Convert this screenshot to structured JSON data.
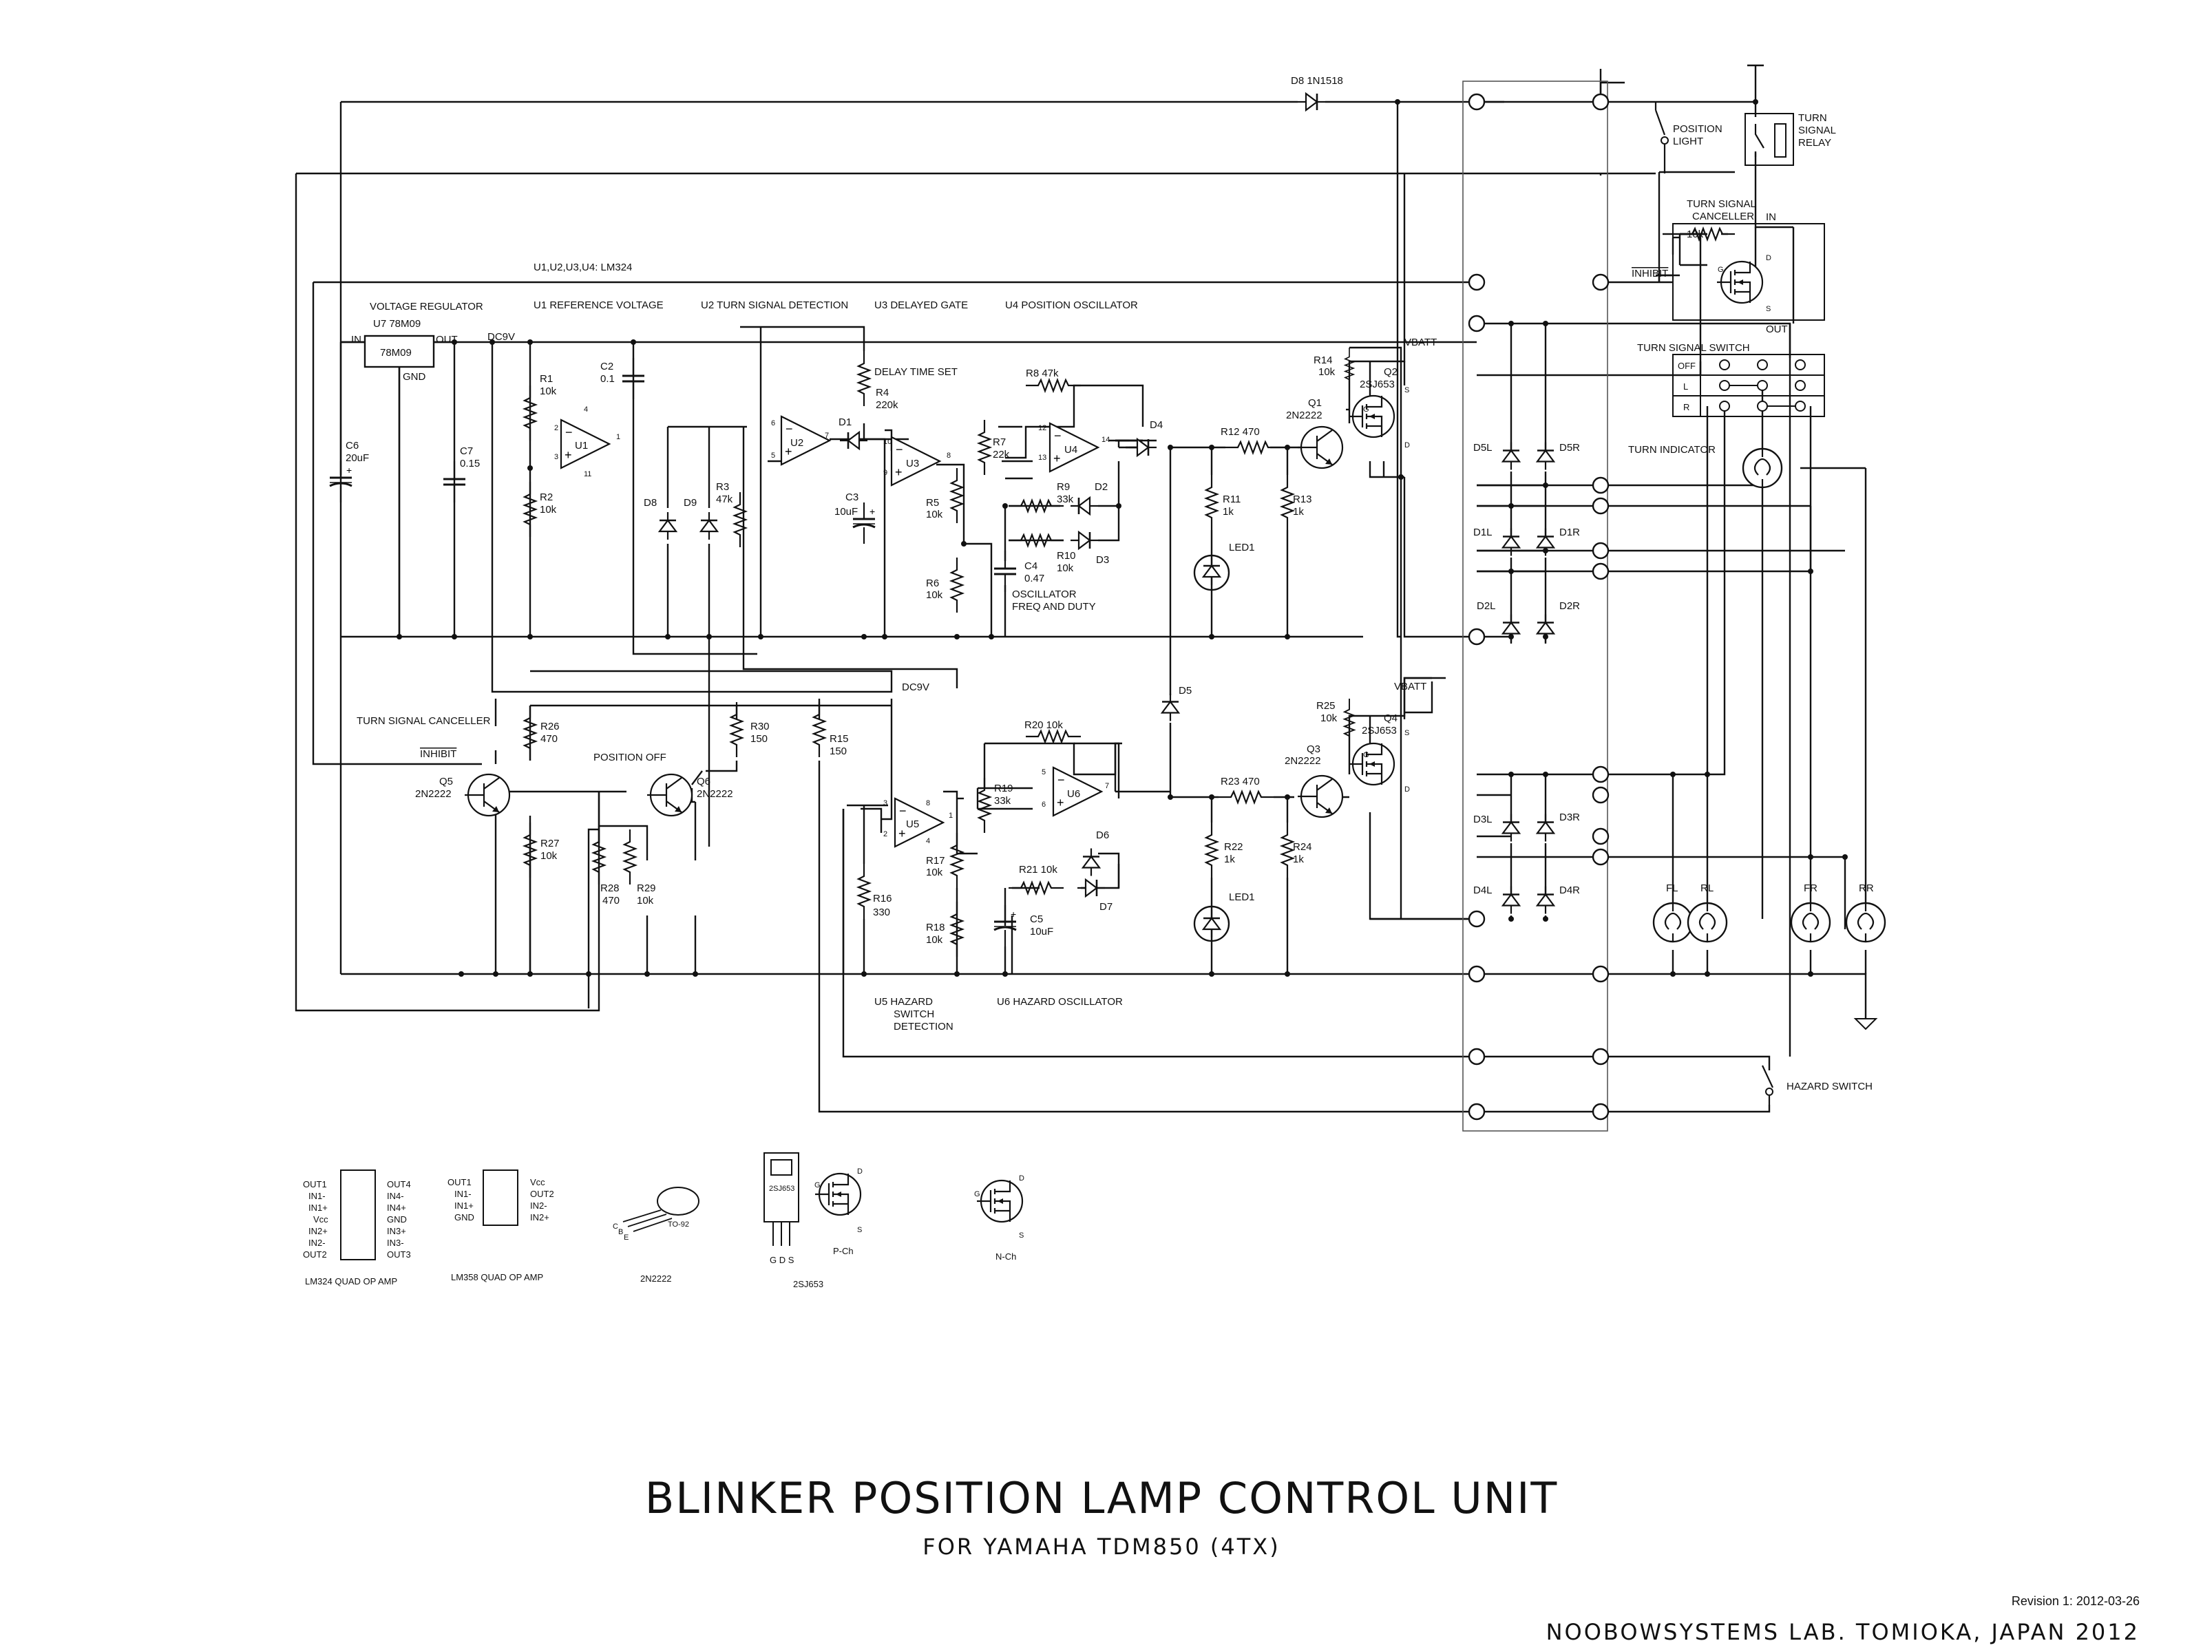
{
  "sections": {
    "ic_types": "U1,U2,U3,U4: LM324",
    "voltage_regulator": "VOLTAGE REGULATOR",
    "u1": "U1 REFERENCE VOLTAGE",
    "u2": "U2 TURN SIGNAL DETECTION",
    "u3": "U3 DELAYED GATE",
    "u4": "U4  POSITION OSCILLATOR",
    "delay_time_set": "DELAY TIME SET",
    "osc_freq_line1": "OSCILLATOR",
    "osc_freq_line2": "FREQ AND DUTY",
    "turn_signal_canceller_left": "TURN SIGNAL CANCELLER",
    "position_off": "POSITION OFF",
    "u5_line1": "U5 HAZARD",
    "u5_line2": "SWITCH",
    "u5_line3": "DETECTION",
    "u6": "U6 HAZARD OSCILLATOR"
  },
  "nets": {
    "dc9v": "DC9V",
    "dc9v_2": "DC9V",
    "vbatt": "VBATT",
    "vbatt_2": "VBATT",
    "inhibit": "INHIBIT",
    "inhibit_2": "INHIBIT",
    "in": "IN",
    "out": "OUT",
    "gnd": "GND",
    "cancel_in": "IN",
    "cancel_out": "OUT"
  },
  "components": {
    "D8": "D8  1N1518",
    "U7": "U7  78M09",
    "U7_body": "78M09",
    "C6": [
      "C6",
      "20uF"
    ],
    "C7": [
      "C7",
      "0.15"
    ],
    "R1": [
      "R1",
      "10k"
    ],
    "R2": [
      "R2",
      "10k"
    ],
    "C2": [
      "C2",
      "0.1"
    ],
    "U1": "U1",
    "U2": "U2",
    "U3": "U3",
    "U4": "U4",
    "U5": "U5",
    "U6": "U6",
    "D1": "D1",
    "R4": [
      "R4",
      "220k"
    ],
    "C3": [
      "C3",
      "10uF"
    ],
    "D8b": "D8",
    "D9": "D9",
    "R3": [
      "R3",
      "47k"
    ],
    "R5": [
      "R5",
      "10k"
    ],
    "R6": [
      "R6",
      "10k"
    ],
    "R7": [
      "R7",
      "22k"
    ],
    "R8": "R8  47k",
    "R9": [
      "R9",
      "33k"
    ],
    "R10": [
      "R10",
      "10k"
    ],
    "D2": "D2",
    "D3": "D3",
    "C4": [
      "C4",
      "0.47"
    ],
    "D4": "D4",
    "R12": "R12  470",
    "R11": [
      "R11",
      "1k"
    ],
    "R13": [
      "R13",
      "1k"
    ],
    "LED1": "LED1",
    "LED1b": "LED1",
    "R14": [
      "R14",
      "10k"
    ],
    "Q1": [
      "Q1",
      "2N2222"
    ],
    "Q2": [
      "Q2",
      "2SJ653"
    ],
    "D5": "D5",
    "R26": [
      "R26",
      "470"
    ],
    "R27": [
      "R27",
      "10k"
    ],
    "Q5": [
      "Q5",
      "2N2222"
    ],
    "Q6": [
      "Q6",
      "2N2222"
    ],
    "R30": [
      "R30",
      "150"
    ],
    "R15": [
      "R15",
      "150"
    ],
    "R28": [
      "R28",
      "470"
    ],
    "R29": [
      "R29",
      "10k"
    ],
    "R16": [
      "R16",
      "330"
    ],
    "R17": [
      "R17",
      "10k"
    ],
    "R18": [
      "R18",
      "10k"
    ],
    "R19": [
      "R19",
      "33k"
    ],
    "R20": "R20  10k",
    "R21": "R21  10k",
    "D6": "D6",
    "D7": "D7",
    "C5": [
      "C5",
      "10uF"
    ],
    "R23": "R23  470",
    "R22": [
      "R22",
      "1k"
    ],
    "R24": [
      "R24",
      "1k"
    ],
    "R25": [
      "R25",
      "10k"
    ],
    "Q3": [
      "Q3",
      "2N2222"
    ],
    "Q4": [
      "Q4",
      "2SJ653"
    ],
    "D5L": "D5L",
    "D5R": "D5R",
    "D1L": "D1L",
    "D1R": "D1R",
    "D2L": "D2L",
    "D2R": "D2R",
    "D3L": "D3L",
    "D3R": "D3R",
    "D4L": "D4L",
    "D4R": "D4R"
  },
  "pins": {
    "u1": [
      "2",
      "3",
      "4",
      "11",
      "1"
    ],
    "u2": [
      "6",
      "5",
      "7"
    ],
    "u3": [
      "10",
      "9",
      "8"
    ],
    "u4": [
      "12",
      "13",
      "14"
    ],
    "u5": [
      "3",
      "2",
      "8",
      "4",
      "1"
    ],
    "u6": [
      "5",
      "6",
      "7"
    ],
    "fet": [
      "G",
      "S",
      "D"
    ]
  },
  "external": {
    "position_light": [
      "POSITION",
      "LIGHT"
    ],
    "turn_signal_relay": [
      "TURN",
      "SIGNAL",
      "RELAY"
    ],
    "turn_signal_canceller": [
      "TURN SIGNAL",
      "CANCELLER"
    ],
    "turn_signal_switch": "TURN SIGNAL SWITCH",
    "switch_rows": [
      "OFF",
      "L",
      "R"
    ],
    "turn_indicator": "TURN INDICATOR",
    "lamps": [
      "FL",
      "RL",
      "FR",
      "RR"
    ],
    "hazard_switch": "HAZARD SWITCH",
    "canceller_fet_pins": [
      "G",
      "D",
      "S"
    ],
    "canceller_r": "10k"
  },
  "legend": {
    "lm324_left": [
      "OUT1",
      "IN1-",
      "IN1+",
      "Vcc",
      "IN2+",
      "IN2-",
      "OUT2"
    ],
    "lm324_right": [
      "OUT4",
      "IN4-",
      "IN4+",
      "GND",
      "IN3+",
      "IN3-",
      "OUT3"
    ],
    "lm324_caption": "LM324 QUAD OP AMP",
    "lm358_left": [
      "OUT1",
      "IN1-",
      "IN1+",
      "GND"
    ],
    "lm358_right": [
      "Vcc",
      "OUT2",
      "IN2-",
      "IN2+"
    ],
    "lm358_caption": "LM358 QUAD OP AMP",
    "to92": "TO-92",
    "to92_pins": [
      "C",
      "B",
      "E"
    ],
    "n2222_caption": "2N2222",
    "sj653_body": "2SJ653",
    "sj653_pins": "G D S",
    "sj653_caption": "2SJ653",
    "pch": "P-Ch",
    "nch": "N-Ch",
    "mos_pins": [
      "D",
      "G",
      "S"
    ]
  },
  "title": "BLINKER POSITION LAMP CONTROL UNIT",
  "subtitle": "FOR YAMAHA TDM850 (4TX)",
  "revision": "Revision 1: 2012-03-26",
  "credit": "NOOBOWSYSTEMS LAB. TOMIOKA, JAPAN 2012"
}
